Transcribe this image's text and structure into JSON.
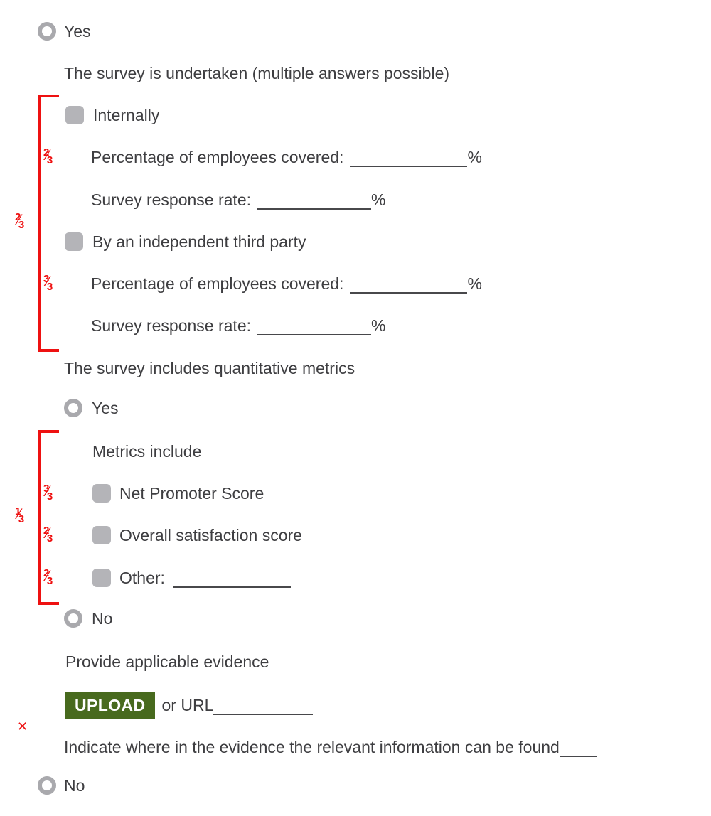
{
  "colors": {
    "annotation_red": "#ee1111",
    "upload_green": "#486a1e",
    "text_gray": "#3e3e41",
    "control_gray": "#b4b4b8"
  },
  "questions": {
    "top_option_yes": "Yes",
    "undertaken": {
      "prompt": "The survey is undertaken (multiple answers possible)",
      "option_internally": "Internally",
      "option_third_party": "By an independent third party",
      "pct_covered_label": "Percentage of employees covered:",
      "response_rate_label": "Survey response rate:",
      "percent_sign": "%"
    },
    "quantitative": {
      "prompt": "The survey includes quantitative metrics",
      "option_yes": "Yes",
      "option_no": "No",
      "metrics_include_label": "Metrics include",
      "metrics": [
        "Net Promoter Score",
        "Overall satisfaction score",
        "Other:"
      ]
    },
    "evidence": {
      "prompt": "Provide applicable evidence",
      "upload_button": "UPLOAD",
      "or_url_label": "or URL",
      "indicate_label": "Indicate where in the evidence the relevant information can be found"
    },
    "bottom_option_no": "No"
  },
  "annotations": {
    "fraction_slash": "⁄",
    "x_mark": "✕",
    "bracket1": {
      "outer": {
        "num": "2",
        "den": "3"
      },
      "row1": {
        "num": "2",
        "den": "3"
      },
      "row2": {
        "num": "3",
        "den": "3"
      }
    },
    "bracket2": {
      "outer": {
        "num": "1",
        "den": "3"
      },
      "row1": {
        "num": "3",
        "den": "3"
      },
      "row2": {
        "num": "2",
        "den": "3"
      },
      "row3": {
        "num": "2",
        "den": "3"
      }
    }
  }
}
